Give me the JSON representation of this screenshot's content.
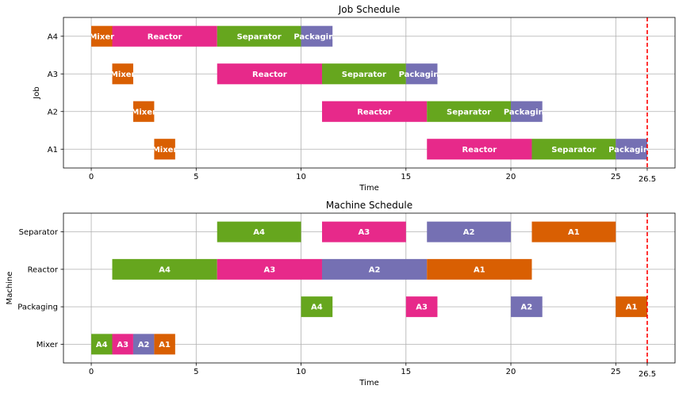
{
  "chart_data": [
    {
      "type": "gantt",
      "title": "Job Schedule",
      "xlabel": "Time",
      "ylabel": "Job",
      "xlim": [
        -1.325,
        27.825
      ],
      "xticks": [
        0,
        5,
        10,
        15,
        20,
        25
      ],
      "categories": [
        "A1",
        "A2",
        "A3",
        "A4"
      ],
      "grid": true,
      "bars": [
        {
          "row": "A4",
          "start": 0,
          "end": 1,
          "label": "Mixer",
          "color": "#d95f02"
        },
        {
          "row": "A4",
          "start": 1,
          "end": 6,
          "label": "Reactor",
          "color": "#e7298a"
        },
        {
          "row": "A4",
          "start": 6,
          "end": 10,
          "label": "Separator",
          "color": "#66a61e"
        },
        {
          "row": "A4",
          "start": 10,
          "end": 11.5,
          "label": "Packaging",
          "color": "#7570b3"
        },
        {
          "row": "A3",
          "start": 1,
          "end": 2,
          "label": "Mixer",
          "color": "#d95f02"
        },
        {
          "row": "A3",
          "start": 6,
          "end": 11,
          "label": "Reactor",
          "color": "#e7298a"
        },
        {
          "row": "A3",
          "start": 11,
          "end": 15,
          "label": "Separator",
          "color": "#66a61e"
        },
        {
          "row": "A3",
          "start": 15,
          "end": 16.5,
          "label": "Packaging",
          "color": "#7570b3"
        },
        {
          "row": "A2",
          "start": 2,
          "end": 3,
          "label": "Mixer",
          "color": "#d95f02"
        },
        {
          "row": "A2",
          "start": 11,
          "end": 16,
          "label": "Reactor",
          "color": "#e7298a"
        },
        {
          "row": "A2",
          "start": 16,
          "end": 20,
          "label": "Separator",
          "color": "#66a61e"
        },
        {
          "row": "A2",
          "start": 20,
          "end": 21.5,
          "label": "Packaging",
          "color": "#7570b3"
        },
        {
          "row": "A1",
          "start": 3,
          "end": 4,
          "label": "Mixer",
          "color": "#d95f02"
        },
        {
          "row": "A1",
          "start": 16,
          "end": 21,
          "label": "Reactor",
          "color": "#e7298a"
        },
        {
          "row": "A1",
          "start": 21,
          "end": 25,
          "label": "Separator",
          "color": "#66a61e"
        },
        {
          "row": "A1",
          "start": 25,
          "end": 26.5,
          "label": "Packaging",
          "color": "#7570b3"
        }
      ],
      "makespan": {
        "value": 26.5,
        "label": "26.5",
        "color": "#ff0000"
      }
    },
    {
      "type": "gantt",
      "title": "Machine Schedule",
      "xlabel": "Time",
      "ylabel": "Machine",
      "xlim": [
        -1.325,
        27.825
      ],
      "xticks": [
        0,
        5,
        10,
        15,
        20,
        25
      ],
      "categories": [
        "Mixer",
        "Packaging",
        "Reactor",
        "Separator"
      ],
      "grid": true,
      "bars": [
        {
          "row": "Separator",
          "start": 6,
          "end": 10,
          "label": "A4",
          "color": "#66a61e"
        },
        {
          "row": "Separator",
          "start": 11,
          "end": 15,
          "label": "A3",
          "color": "#e7298a"
        },
        {
          "row": "Separator",
          "start": 16,
          "end": 20,
          "label": "A2",
          "color": "#7570b3"
        },
        {
          "row": "Separator",
          "start": 21,
          "end": 25,
          "label": "A1",
          "color": "#d95f02"
        },
        {
          "row": "Reactor",
          "start": 1,
          "end": 6,
          "label": "A4",
          "color": "#66a61e"
        },
        {
          "row": "Reactor",
          "start": 6,
          "end": 11,
          "label": "A3",
          "color": "#e7298a"
        },
        {
          "row": "Reactor",
          "start": 11,
          "end": 16,
          "label": "A2",
          "color": "#7570b3"
        },
        {
          "row": "Reactor",
          "start": 16,
          "end": 21,
          "label": "A1",
          "color": "#d95f02"
        },
        {
          "row": "Packaging",
          "start": 10,
          "end": 11.5,
          "label": "A4",
          "color": "#66a61e"
        },
        {
          "row": "Packaging",
          "start": 15,
          "end": 16.5,
          "label": "A3",
          "color": "#e7298a"
        },
        {
          "row": "Packaging",
          "start": 20,
          "end": 21.5,
          "label": "A2",
          "color": "#7570b3"
        },
        {
          "row": "Packaging",
          "start": 25,
          "end": 26.5,
          "label": "A1",
          "color": "#d95f02"
        },
        {
          "row": "Mixer",
          "start": 0,
          "end": 1,
          "label": "A4",
          "color": "#66a61e"
        },
        {
          "row": "Mixer",
          "start": 1,
          "end": 2,
          "label": "A3",
          "color": "#e7298a"
        },
        {
          "row": "Mixer",
          "start": 2,
          "end": 3,
          "label": "A2",
          "color": "#7570b3"
        },
        {
          "row": "Mixer",
          "start": 3,
          "end": 4,
          "label": "A1",
          "color": "#d95f02"
        }
      ],
      "makespan": {
        "value": 26.5,
        "label": "26.5",
        "color": "#ff0000"
      }
    }
  ]
}
